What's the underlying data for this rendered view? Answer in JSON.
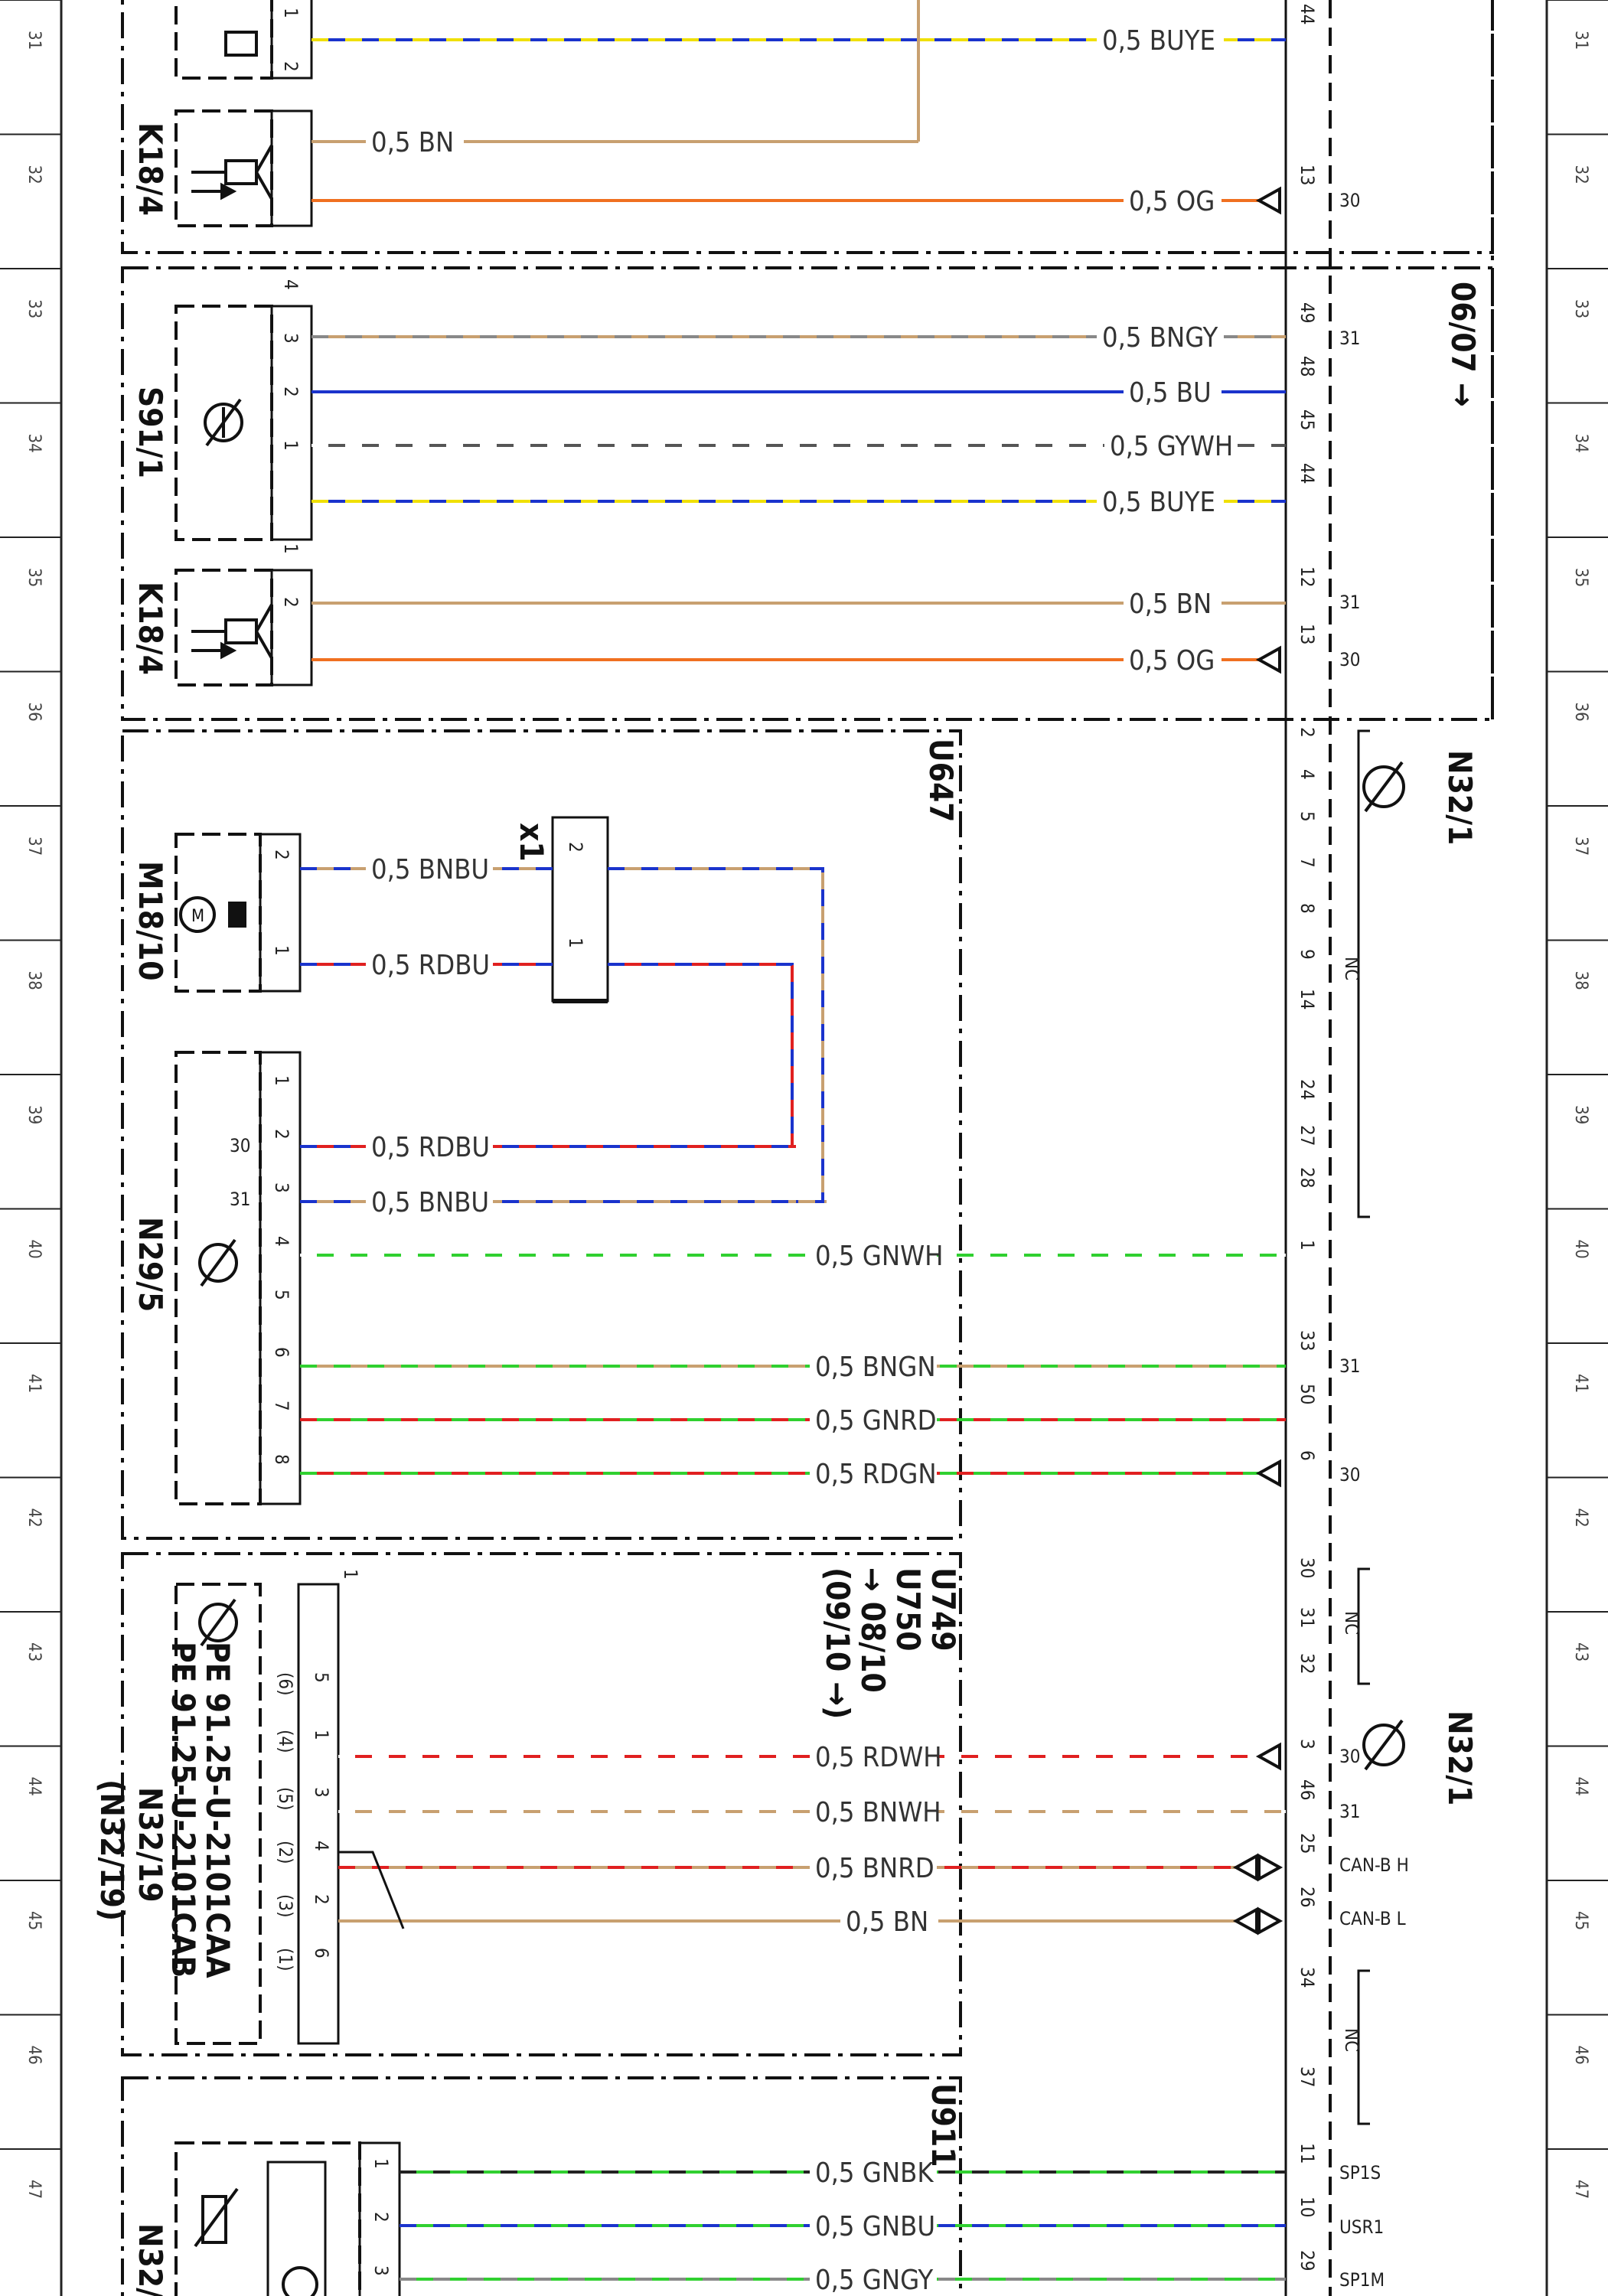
{
  "zones": [
    "31",
    "32",
    "33",
    "34",
    "35",
    "36",
    "37",
    "38",
    "39",
    "40",
    "41",
    "42",
    "43",
    "44",
    "45",
    "46",
    "47"
  ],
  "components": {
    "k18_4": "K18/4",
    "s91_1": "S91/1",
    "m18_10": "M18/10",
    "n29_5": "N29/5",
    "n32_19": "N32/19",
    "n32_19_alt": "(N32/19)",
    "n32_slice": "N32/",
    "n32_1": "N32/1",
    "x1": "x1"
  },
  "frames": {
    "u647": "U647",
    "u749": "U749",
    "u750": "U750",
    "u911": "U911",
    "ref_08_10": "→ 08/10",
    "ref_09_10": "(09/10 →)",
    "ref_06_07": "06/07 →"
  },
  "part_numbers": {
    "pe_a": "PE 91.25-U-2101CAA",
    "pe_b": "PE 91.25-U-2101CAB"
  },
  "wires": [
    {
      "label": "0,5 BUYE",
      "colors": [
        "#1a33cc",
        "#f0e000"
      ]
    },
    {
      "label": "0,5 BN",
      "colors": [
        "#c8a070"
      ]
    },
    {
      "label": "0,5 OG",
      "colors": [
        "#f07020"
      ]
    },
    {
      "label": "0,5 BNGY",
      "colors": [
        "#c8a070",
        "#888888"
      ]
    },
    {
      "label": "0,5 BU",
      "colors": [
        "#1a33cc"
      ]
    },
    {
      "label": "0,5 GYWH",
      "colors": [
        "#555555",
        "#ffffff"
      ]
    },
    {
      "label": "0,5 BUYE",
      "colors": [
        "#1a33cc",
        "#f0e000"
      ]
    },
    {
      "label": "0,5 BN",
      "colors": [
        "#c8a070"
      ]
    },
    {
      "label": "0,5 OG",
      "colors": [
        "#f07020"
      ]
    },
    {
      "label": "0,5 BNBU",
      "colors": [
        "#c8a070",
        "#1a33cc"
      ]
    },
    {
      "label": "0,5 RDBU",
      "colors": [
        "#e02020",
        "#1a33cc"
      ]
    },
    {
      "label": "0,5 RDBU",
      "colors": [
        "#e02020",
        "#1a33cc"
      ]
    },
    {
      "label": "0,5 BNBU",
      "colors": [
        "#c8a070",
        "#1a33cc"
      ]
    },
    {
      "label": "0,5 GNWH",
      "colors": [
        "#30d030",
        "#ffffff"
      ]
    },
    {
      "label": "0,5 BNGN",
      "colors": [
        "#c8a070",
        "#30d030"
      ]
    },
    {
      "label": "0,5 GNRD",
      "colors": [
        "#30d030",
        "#e02020"
      ]
    },
    {
      "label": "0,5 RDGN",
      "colors": [
        "#e02020",
        "#30d030"
      ]
    },
    {
      "label": "0,5 RDWH",
      "colors": [
        "#e02020",
        "#ffffff"
      ]
    },
    {
      "label": "0,5 BNWH",
      "colors": [
        "#c8a070",
        "#ffffff"
      ]
    },
    {
      "label": "0,5 BNRD",
      "colors": [
        "#c8a070",
        "#e02020"
      ]
    },
    {
      "label": "0,5 BN",
      "colors": [
        "#c8a070"
      ]
    },
    {
      "label": "0,5 GNBK",
      "colors": [
        "#30d030",
        "#222222"
      ]
    },
    {
      "label": "0,5 GNBU",
      "colors": [
        "#30d030",
        "#1a33cc"
      ]
    },
    {
      "label": "0,5 GNGY",
      "colors": [
        "#30d030",
        "#888888"
      ]
    }
  ],
  "pin_labels": [
    "44",
    "13",
    "49",
    "48",
    "45",
    "44",
    "12",
    "13",
    "2",
    "4",
    "5",
    "7",
    "8",
    "9",
    "14",
    "24",
    "27",
    "28",
    "1",
    "33",
    "50",
    "6",
    "30",
    "31",
    "32",
    "3",
    "46",
    "25",
    "26",
    "34",
    "37",
    "11",
    "10",
    "29",
    "1",
    "2",
    "4",
    "3",
    "2",
    "1",
    "1",
    "2",
    "2",
    "1",
    "2",
    "1",
    "1",
    "2",
    "3",
    "4",
    "5",
    "6",
    "7",
    "8",
    "30",
    "31",
    "1",
    "5",
    "1",
    "3",
    "4",
    "2",
    "6",
    "(6)",
    "(4)",
    "(5)",
    "(2)",
    "(3)",
    "(1)",
    "1",
    "2",
    "3"
  ],
  "signals": {
    "t30": "30",
    "t31": "31",
    "nc": "NC",
    "can_h": "CAN-B H",
    "can_l": "CAN-B L",
    "sp1s": "SP1S",
    "usr1": "USR1",
    "sp1m": "SP1M"
  },
  "motor_mark": "M"
}
